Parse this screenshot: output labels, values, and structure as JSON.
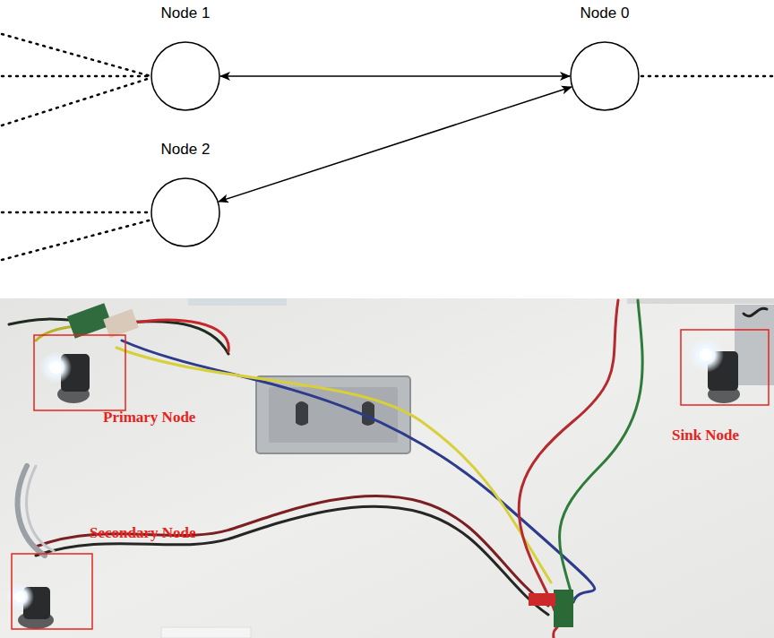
{
  "diagram": {
    "nodes": [
      {
        "text": [
          "Node 1"
        ]
      },
      {
        "text": [
          "Node 0"
        ]
      },
      {
        "text": [
          "Node 2"
        ]
      }
    ],
    "edges": [
      {
        "from": 0,
        "to": 1,
        "arrow": "both"
      },
      {
        "from": 1,
        "to": 2,
        "arrow": "both"
      }
    ],
    "labels": [
      "Primary Node",
      "Secondary Node",
      "Sink Node"
    ]
  }
}
